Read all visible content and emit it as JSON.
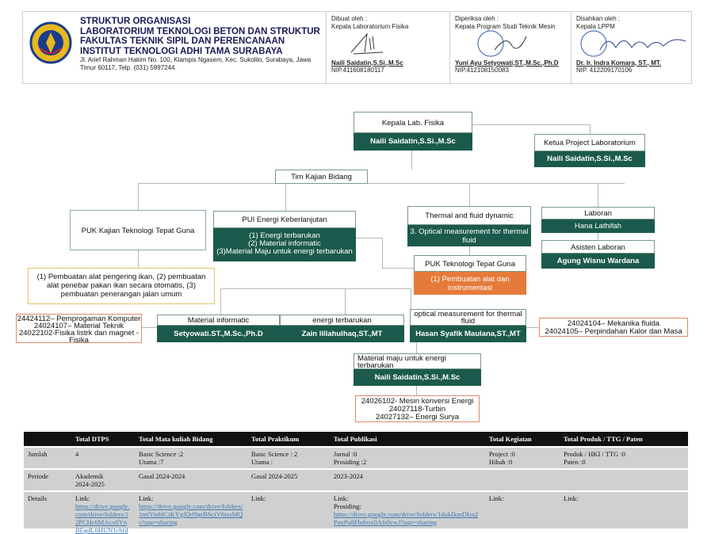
{
  "header": {
    "org_lines": [
      "STRUKTUR ORGANISASI",
      "LABORATORIUM TEKNOLOGI BETON DAN STRUKTUR",
      "FAKULTAS TEKNIK SIPIL DAN PERENCANAAN",
      "INSTITUT TEKNOLOGI ADHI TAMA SURABAYA"
    ],
    "address": "Jl. Arief Rahman Hakim No. 100, Klampis Ngasem, Kec. Sukolilo, Surabaya, Jawa Timur 60117, Telp. (031) 5997244",
    "sig1": {
      "l1": "Dibuat oleh :",
      "l2": "Kepala Laboratorium Fisika",
      "name": "Naili Saidatin,S.Si.,M.Sc",
      "nip": "NIP.411608180117"
    },
    "sig2": {
      "l1": "Diperiksa oleh :",
      "l2": "Kepala Program Studi Teknik Mesin",
      "name": "Yuni Ayu Setyowati,ST.,M.Sc.,Ph.D",
      "nip": "NIP.412108150083"
    },
    "sig3": {
      "l1": "Disahkan oleh :",
      "l2": "Kepala LPPM",
      "name": "Dr. Ir. Indra Komara, ST., MT.",
      "nip": "NIP. 412209170106"
    }
  },
  "chart": {
    "kepala_title": "Kepala Lab. Fisika",
    "kepala_name": "Naili Saidatin,S.Si.,M.Sc",
    "ketua_title": "Ketua Project Laboratorium",
    "ketua_name": "Naili Saidatin,S.Si.,M.Sc",
    "tim": "Tim Kajian Bidang",
    "puk_ttg": "PUK Kajian Teknologi Tepat Guna",
    "puk_ttg_detail": "(1) Pembuatan alat pengering ikan, (2) pembuatan alat penebar pakan ikan secara otomatis, (3) pembuatan penerangan jalan umum",
    "pui_title": "PUI Energi Keberlanjutan",
    "pui_items": [
      "(1)    Energi terbarukan",
      "(2)    Material informatic",
      "(3)Material Maju  untuk energi terbarukan"
    ],
    "thermal_title": "Thermal and fluid dynamic",
    "thermal_item": "3. Optical measurement for thermal fluid",
    "puk_tg": "PUK Teknologi Tepat Guna",
    "puk_tg_item": "(1) Pembuatan alat dan instrumentasi",
    "laboran_title": "Laboran",
    "laboran_name": "Hana Lathifah",
    "asisten_title": "Asisten Laboran",
    "asisten_name": "Agung Wisnu Wardana",
    "mi_title": "Material informatic",
    "mi_name": "Setyowati.ST.,M.Sc.,Ph.D",
    "et_title": "energi terbarukan",
    "et_name": "Zain lillahulhaq,ST.,MT",
    "om_title": "optical measurement for thermal fluid",
    "om_name": "Hasan Syafik Maulana,ST.,MT",
    "mm_title": "Material maju untuk energi terbarukan",
    "mm_name": "Naili Saidatin,S.Si.,M.Sc",
    "mi_courses": [
      "24424112– Pemprogaman Komputer",
      "24024107– Material Teknik",
      "24022102-Fisika listrk dan magnet -Fisika"
    ],
    "om_courses": [
      "24024104– Mekanika fluida",
      "24024105– Perpindahan Kalor dan Masa"
    ],
    "mm_courses": [
      "24026102- Mesin konversi Energi",
      "24027118-Turbin",
      "24027132– Energi Surya"
    ]
  },
  "table": {
    "headers": [
      "",
      "Total DTPS",
      "Total Mata kuliah Bidang",
      "Total Praktikum",
      "Total Publikasi",
      "Total Kegiatan",
      "Total Produk / TTG / Paten"
    ],
    "jumlah": {
      "label": "Jumlah",
      "dtps": "4",
      "mk": "Basic Science :2\nUtama :7",
      "prak": "Basic Science : 2\nUtama :",
      "pub": "Jurnal :0\nProsiding :2",
      "keg": "Project :0\nHibah :0",
      "prod": "Produk / HKI / TTG :0\nPaten :0"
    },
    "periode": {
      "label": "Periode",
      "dtps": "Akademik\n2024-2025",
      "mk": "Gasal 2024-2024",
      "prak": "Gasal 2024-2025",
      "pub": "2023-2024",
      "keg": "",
      "prod": ""
    },
    "details": {
      "label": "Details",
      "dtps_l": "Link:",
      "dtps_url": "https://drive.google.com/drive/folders/12PCHc6MAcx0YnBEgdL6HUN1cbfd",
      "mk_l": "Link:",
      "mk_url": "https://drive.google.com/drive/folders/1mlYiehlCiKYgXlrl9grBSciV6izsMQs?usp=sharing",
      "prak_l": "Link:",
      "pub_l": "Link:",
      "pub_l2": "Prosiding:",
      "pub_url": "https://drive.google.com/drive/folders/1dukIkmDIzs2PaxPq8Fhdrox0Afs0cwJ?usp=sharing",
      "keg_l": "Link:",
      "prod_l": "Link:"
    }
  }
}
